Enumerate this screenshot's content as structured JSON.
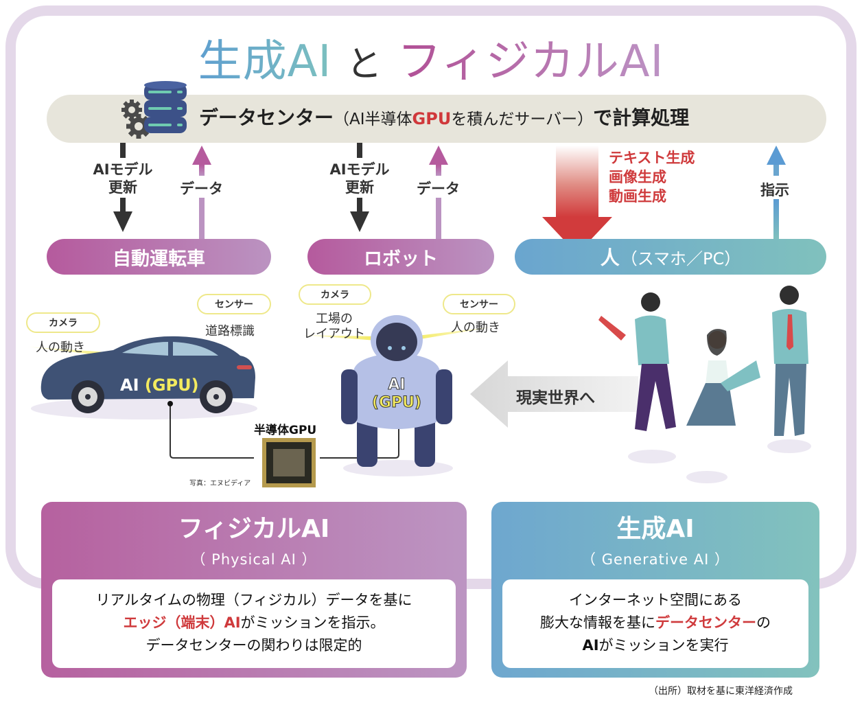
{
  "title": {
    "generative": "生成AI",
    "connector": "と",
    "physical": "フィジカルAI"
  },
  "datacenter": {
    "name": "データセンター",
    "paren_open": "（",
    "desc_pre": "AI半導体",
    "desc_gpu": "GPU",
    "desc_post": "を積んだサーバー",
    "paren_close": "）",
    "suffix": "で計算処理"
  },
  "flows": {
    "car_down_line1": "AIモデル",
    "car_down_line2": "更新",
    "car_up": "データ",
    "robot_down_line1": "AIモデル",
    "robot_down_line2": "更新",
    "robot_up": "データ",
    "human_down": [
      "テキスト生成",
      "画像生成",
      "動画生成"
    ],
    "human_up": "指示"
  },
  "endpoints": {
    "car": "自動運転車",
    "robot": "ロボット",
    "human_main": "人",
    "human_sub": "（スマホ／PC）"
  },
  "car_sensors": {
    "camera_label": "カメラ",
    "camera_target": "人の動き",
    "sensor_label": "センサー",
    "sensor_target": "道路標識",
    "chip_ai": "AI",
    "chip_gpu": "(GPU)"
  },
  "robot_sensors": {
    "camera_label": "カメラ",
    "camera_target_line1": "工場の",
    "camera_target_line2": "レイアウト",
    "sensor_label": "センサー",
    "sensor_target": "人の動き",
    "chip_ai": "AI",
    "chip_gpu": "(GPU)"
  },
  "gpu": {
    "label": "半導体GPU",
    "credit": "写真：エヌビディア"
  },
  "real_world": "現実世界へ",
  "cards": {
    "physical": {
      "title": "フィジカルAI",
      "subtitle": "（ Physical AI ）",
      "line1": "リアルタイムの物理（フィジカル）データを基に",
      "line2_highlight": "エッジ（端末）AI",
      "line2_rest": "がミッションを指示。",
      "line3": "データセンターの関わりは限定的"
    },
    "generative": {
      "title": "生成AI",
      "subtitle": "（ Generative AI ）",
      "line1": "インターネット空間にある",
      "line2_pre": "膨大な情報を基に",
      "line2_highlight": "データセンター",
      "line2_post": "の",
      "line3_bold": "AI",
      "line3_rest": "がミッションを実行"
    }
  },
  "source": "（出所）取材を基に東洋経済作成",
  "colors": {
    "physical_accent": "#b55a9d",
    "generative_accent": "#6aa5cf",
    "highlight_red": "#cf3a3c",
    "sensor_yellow": "#f3ea5f"
  }
}
